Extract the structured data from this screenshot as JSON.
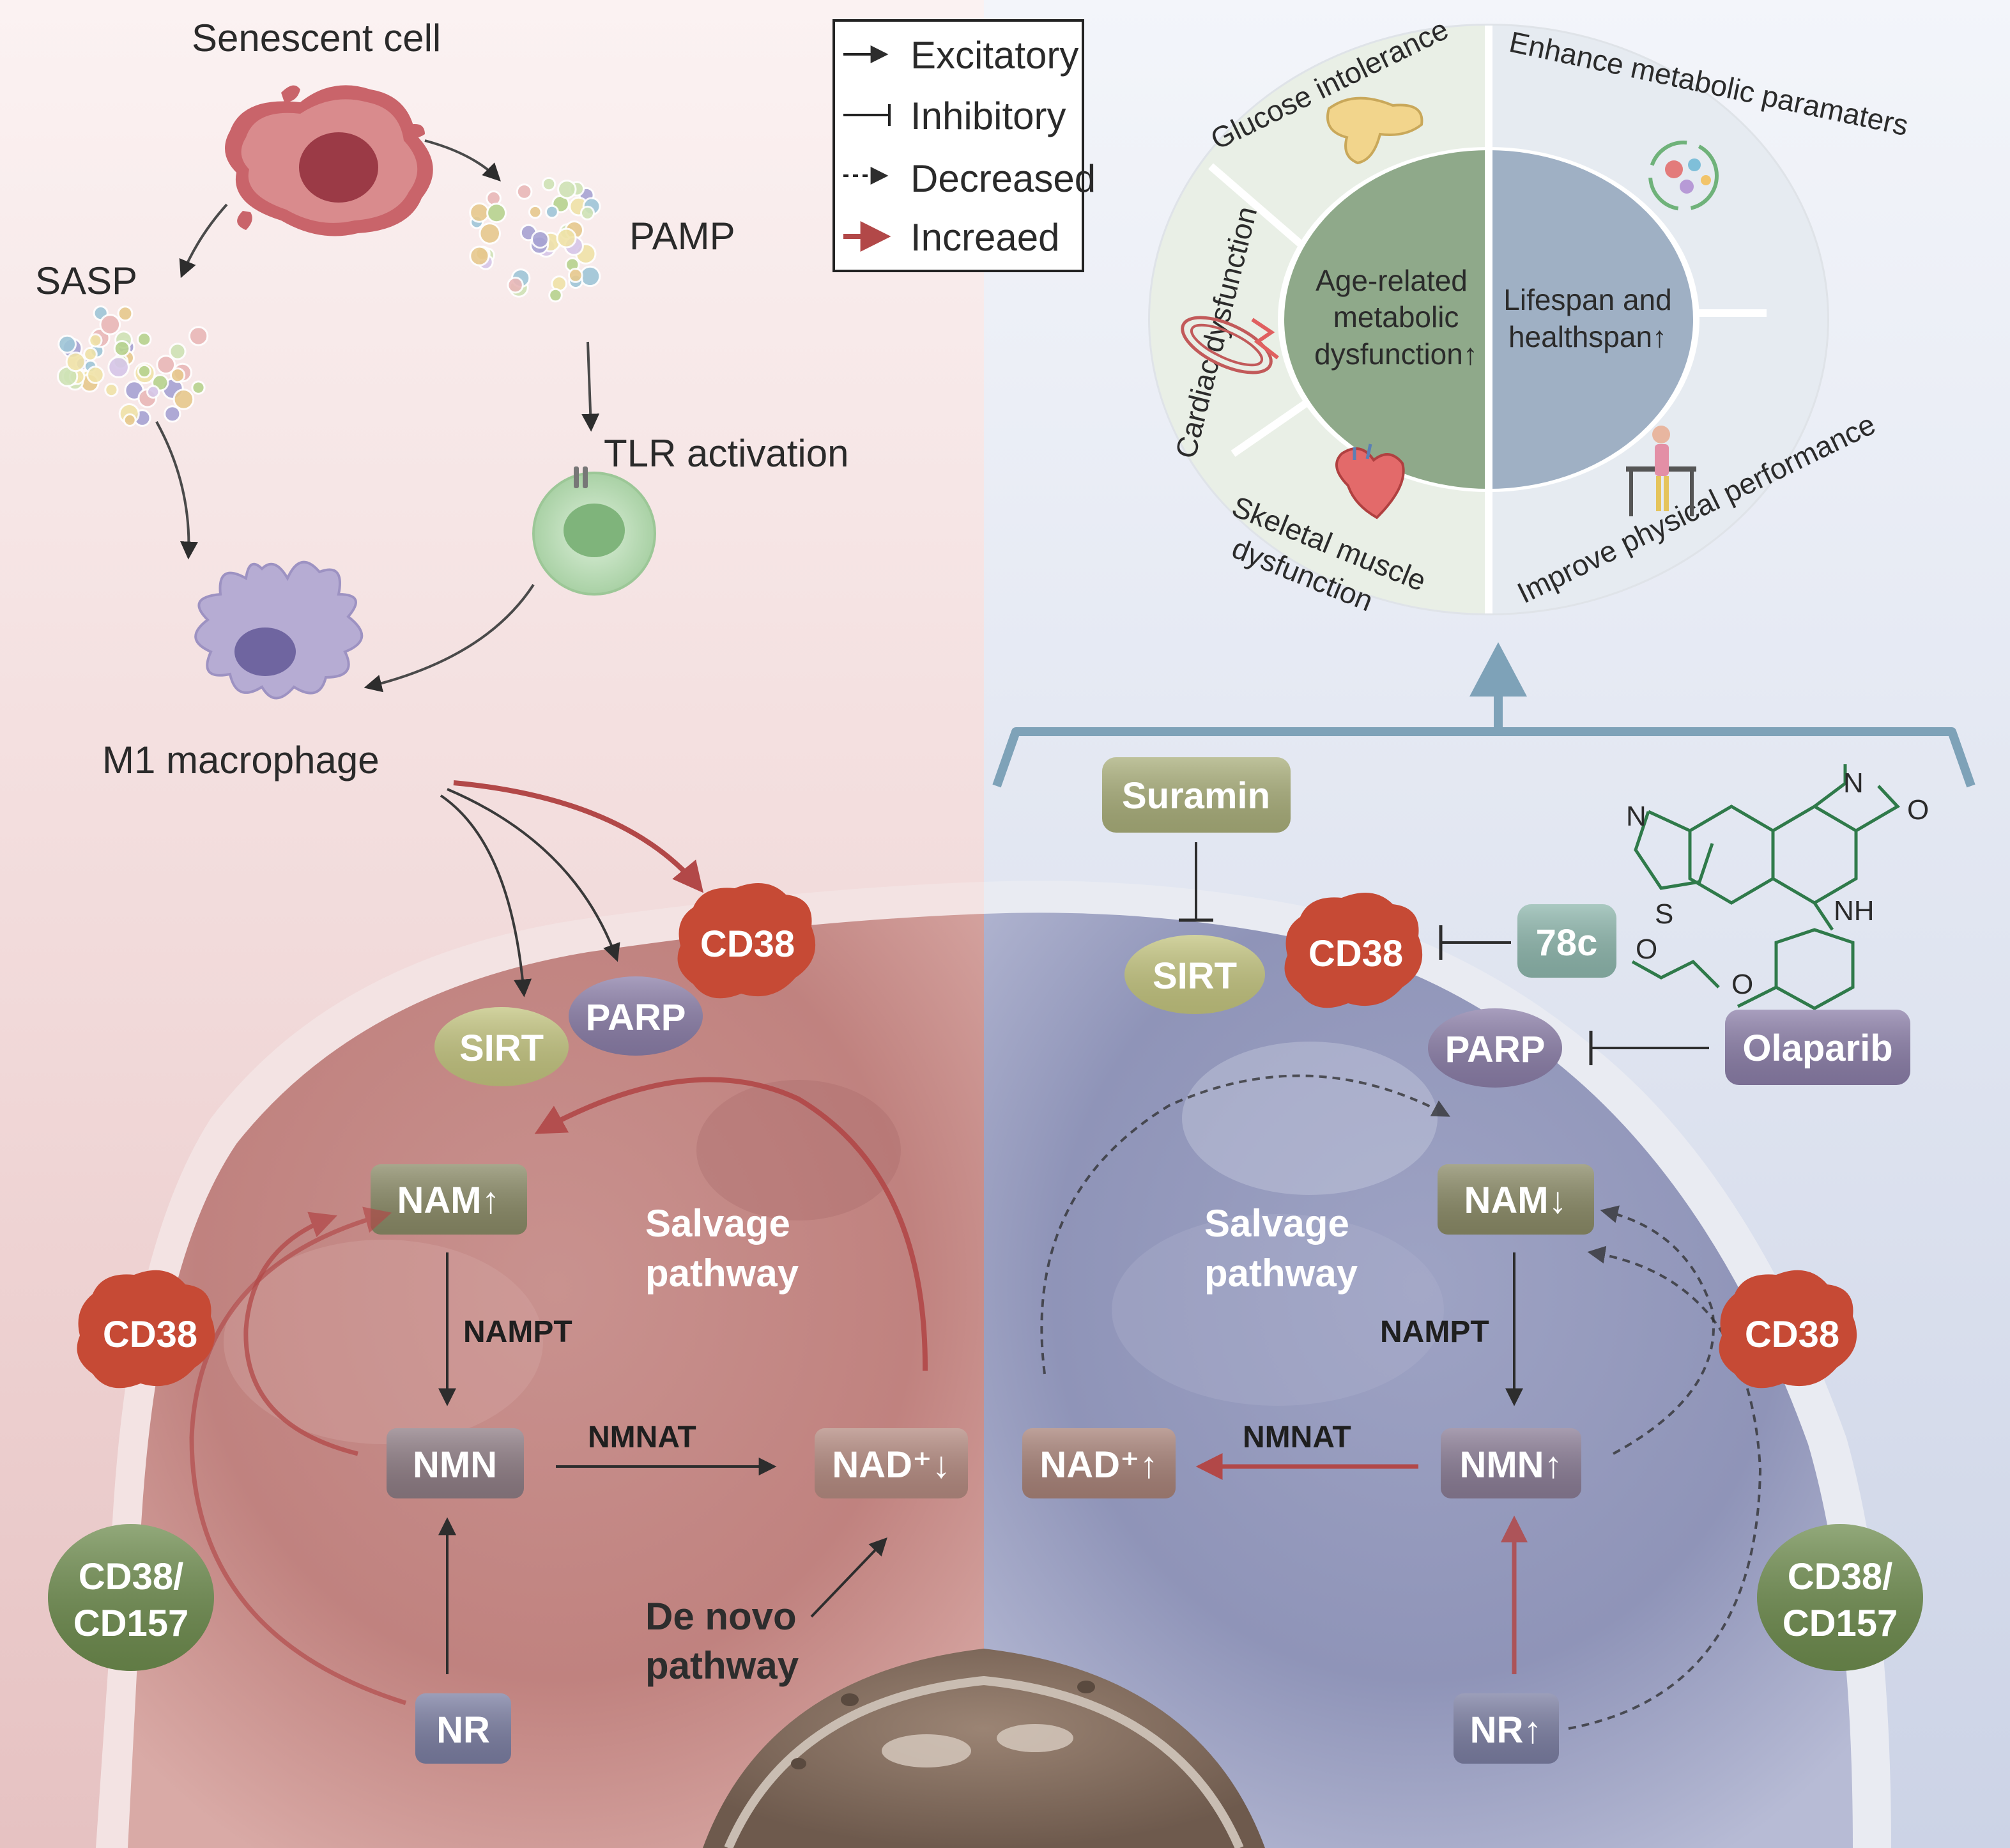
{
  "senescence": {
    "senescent_cell": "Senescent cell",
    "sasp": "SASP",
    "pamp": "PAMP",
    "tlr": "TLR activation",
    "macrophage": "M1 macrophage"
  },
  "legend": {
    "excitatory": "Excitatory",
    "inhibitory": "Inhibitory",
    "decreased": "Decreased",
    "increased": "Increaed"
  },
  "outcomes": {
    "center_left": [
      "Age-related",
      "metabolic",
      "dysfunction↑"
    ],
    "center_right": [
      "Lifespan and",
      "healthspan↑"
    ],
    "seg_glucose": "Glucose intolerance",
    "seg_metabolic": "Enhance metabolic paramaters",
    "seg_cardiac": "Cardiac dysfunction",
    "seg_physical": "Improve physical performance",
    "seg_skeletal_1": "Skeletal muscle",
    "seg_skeletal_2": "dysfunction"
  },
  "left_cell": {
    "cd38_top": "CD38",
    "parp": "PARP",
    "sirt": "SIRT",
    "nam": "NAM↑",
    "nmn": "NMN",
    "nad": "NAD⁺↓",
    "nr": "NR",
    "cd38_side": "CD38",
    "cd38_cd157": [
      "CD38/",
      "CD157"
    ],
    "nampt": "NAMPT",
    "nmnat": "NMNAT",
    "salvage": [
      "Salvage",
      "pathway"
    ],
    "denovo": [
      "De novo",
      "pathway"
    ]
  },
  "right_cell": {
    "suramin": "Suramin",
    "sirt": "SIRT",
    "cd38_top": "CD38",
    "c78": "78c",
    "parp": "PARP",
    "olaparib": "Olaparib",
    "nam": "NAM↓",
    "nmn": "NMN↑",
    "nad": "NAD⁺↑",
    "nr": "NR↑",
    "cd38_side": "CD38",
    "cd38_cd157": [
      "CD38/",
      "CD157"
    ],
    "nampt": "NAMPT",
    "nmnat": "NMNAT",
    "salvage": [
      "Salvage",
      "pathway"
    ]
  },
  "molecule_78c": {
    "atoms": [
      "N",
      "O",
      "N",
      "S",
      "NH",
      "O",
      "O"
    ]
  },
  "colors": {
    "cd38": "#c64a35",
    "parp": "#8b7ea8",
    "sirt": "#c3c47f",
    "cd157": "#6e8c4e",
    "box_left": "#8e7c74",
    "box_right": "#7b7590",
    "nad_right": "#a88278",
    "increased_arrow": "#b24848",
    "outcome_green": "#8fa98a",
    "outcome_blue": "#9fb0c4",
    "molecule": "#2f7a4a"
  }
}
